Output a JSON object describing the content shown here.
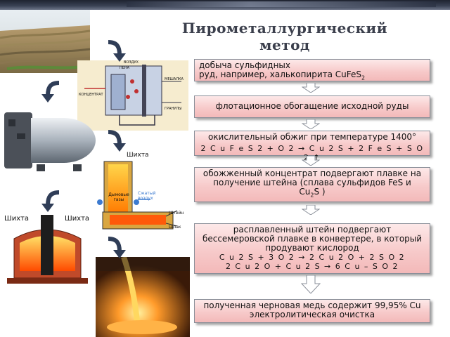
{
  "title_line1": "Пирометаллургический",
  "title_line2": "метод",
  "steps": [
    {
      "line1": "добыча сульфидных",
      "line2": "руд, например, халькопирита CuFeS",
      "sub": "2"
    },
    {
      "line1": "флотационное обогащение исходной руды"
    },
    {
      "line1": "окислительный обжиг при температуре 1400°",
      "eq": "2 C u F e S 2 + O 2 → C u 2 S + 2 F e S + S O 2 ↑"
    },
    {
      "line1": "обожженный концентрат подвергают плавке на",
      "line2": "получение штейна (сплава сульфидов FeS и",
      "line3a": "Cu",
      "line3sub": "2",
      "line3b": "S )"
    },
    {
      "line1": "расплавленный штейн  подвергают",
      "line2": "бессемеровской плавке в конвертере, в который",
      "line3": "продувают кислород",
      "eq1": "C u 2 S + 3 O 2 → 2 C u 2 O + 2 S O 2",
      "eq2": "2 C u 2 O + C u 2 S → 6 C u – S O 2"
    },
    {
      "line1": "полученная черновая медь содержит 99,95% Cu",
      "line2": "электролитическая очистка"
    }
  ],
  "labels": {
    "shihta_furnace": "Шихта",
    "shihta_left": "Шихта",
    "shihta_right": "Шихта",
    "furnace_gas": "Дымовые газы",
    "furnace_air": "Сжатый воздух",
    "matte": "Штейн",
    "slag": "Шлак",
    "unit_top1": "ВОЗДУХ",
    "unit_top2": "ПЕНА",
    "unit_left": "КОНЦЕНТРАТ",
    "unit_mid": "МЕШАЛКА",
    "unit_bottom": "ГРАНУЛЫ"
  },
  "colors": {
    "box_top": "#fde9e9",
    "box_bottom": "#f3b9b9",
    "arrow": "#2f3d57",
    "title": "#3b3f4c"
  }
}
